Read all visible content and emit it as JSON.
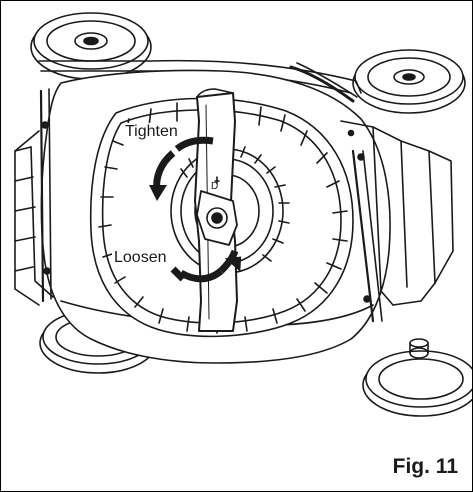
{
  "figure": {
    "caption": "Fig. 11",
    "callouts": {
      "tighten": "Tighten",
      "loosen": "Loosen"
    },
    "line_color": "#1a1a1a",
    "background": "#ffffff"
  }
}
